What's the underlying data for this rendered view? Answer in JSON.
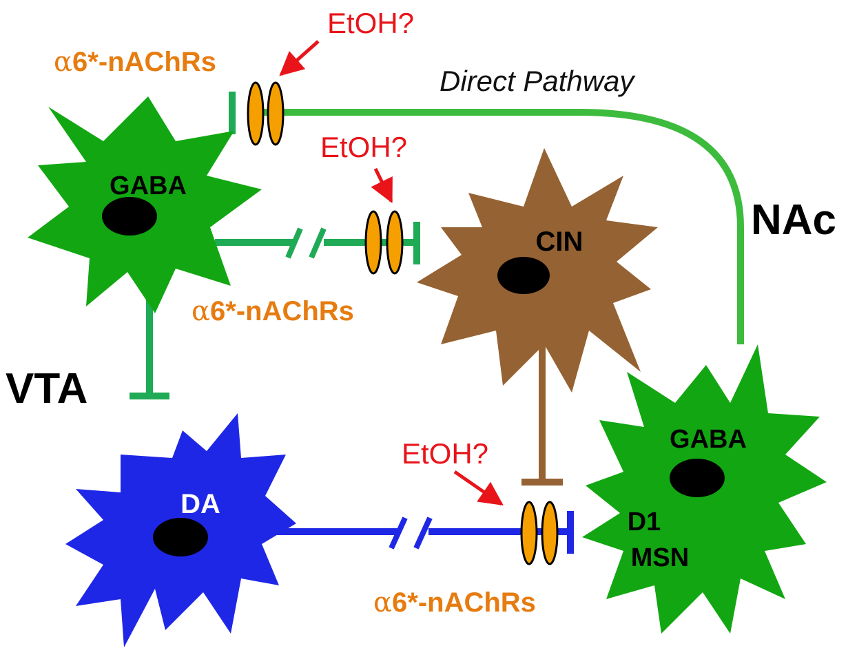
{
  "colors": {
    "gaba_green": "#12a712",
    "axon_green": "#1faa55",
    "pathway_green": "#3dbb3d",
    "cin_brown": "#956233",
    "da_blue": "#1f27e6",
    "receptor_orange": "#f5a000",
    "label_orange": "#e67c10",
    "etoh_red": "#e8141a",
    "nucleus_black": "#000000",
    "text_black": "#000000",
    "text_white": "#ffffff"
  },
  "regions": {
    "vta": "VTA",
    "nac": "NAc"
  },
  "pathway": {
    "label": "Direct Pathway"
  },
  "cells": {
    "vta_gaba": {
      "label": "GABA",
      "color_key": "gaba_green"
    },
    "cin": {
      "label": "CIN",
      "color_key": "cin_brown"
    },
    "da": {
      "label": "DA",
      "color_key": "da_blue"
    },
    "msn": {
      "label_top": "GABA",
      "label_d1": "D1",
      "label_msn": "MSN",
      "color_key": "gaba_green"
    }
  },
  "receptors": {
    "top": {
      "label_greek": "α",
      "label_rest": "6*-nAChRs",
      "etoh": "EtOH?"
    },
    "middle": {
      "label_greek": "α",
      "label_rest": "6*-nAChRs",
      "etoh": "EtOH?"
    },
    "bottom": {
      "label_greek": "α",
      "label_rest": "6*-nAChRs",
      "etoh": "EtOH?"
    }
  },
  "icons": [
    "gaba-neuron-icon",
    "cin-neuron-icon",
    "da-neuron-icon",
    "msn-neuron-icon",
    "receptor-icon",
    "arrow-icon"
  ]
}
